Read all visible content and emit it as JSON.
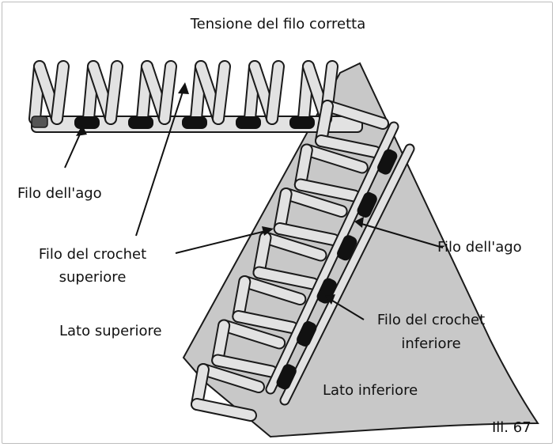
{
  "title": "Tensione del filo corretta",
  "figure_number": "Ill. 67",
  "labels": {
    "needle_thread_top": "Filo dell'ago",
    "upper_looper": [
      "Filo del crochet",
      "superiore"
    ],
    "upper_side": "Lato superiore",
    "needle_thread_right": "Filo dell'ago",
    "lower_looper": [
      "Filo del crochet",
      "inferiore"
    ],
    "lower_side": "Lato inferiore"
  },
  "colors": {
    "fabric": "#c8c8c8",
    "thread": "#e2e2e2",
    "outline": "#1a1a1a",
    "needle_thread": "#111111"
  }
}
